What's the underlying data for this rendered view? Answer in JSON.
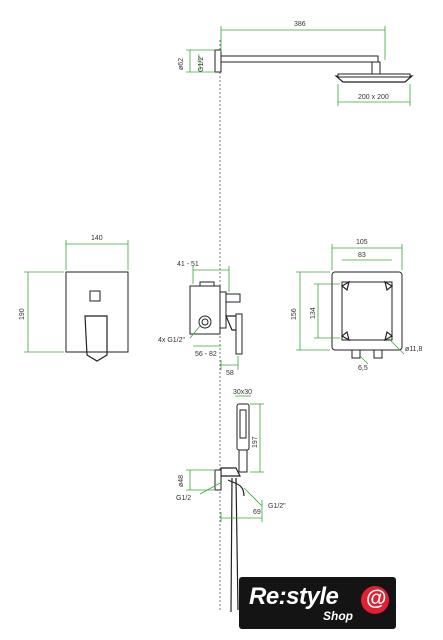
{
  "dimensions": {
    "arm_length": "386",
    "ceiling_dia": "ø62",
    "ceiling_thread": "G1/2\"",
    "head_size": "200 x 200",
    "plate_width": "140",
    "plate_height": "190",
    "depth_range": "41 - 51",
    "ports": "4x G1/2\"",
    "install_range": "56 - 82",
    "body_depth": "58",
    "box_width_outer": "105",
    "box_width_inner": "83",
    "box_height_outer": "156",
    "box_height_inner": "134",
    "fix_hole": "ø11,8",
    "hole_dia": "6,5",
    "handset_head": "30x30",
    "handset_length": "197",
    "outlet_dia": "ø48",
    "outlet_thread_left": "G1/2",
    "outlet_thread_right": "G1/2\"",
    "outlet_depth": "69"
  },
  "logo": {
    "brand": "Re:style",
    "shop": "Shop",
    "badge_glyph": "@",
    "badge_color": "#e32030"
  },
  "colors": {
    "dimension_line": "#3aa63a",
    "outline": "#222222"
  }
}
